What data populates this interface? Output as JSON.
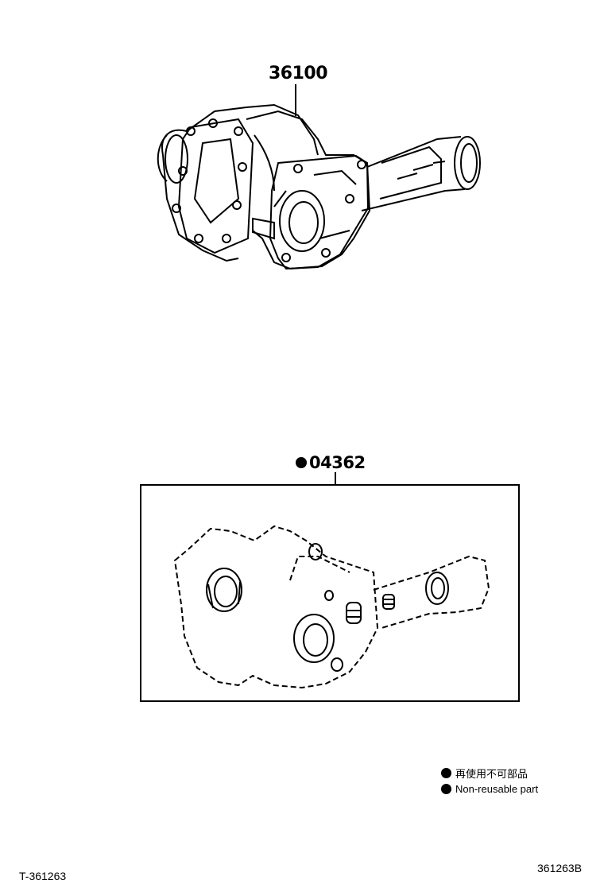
{
  "parts": {
    "main_number": "36100",
    "kit_number": "04362"
  },
  "legend": {
    "japanese": "再使用不可部品",
    "english": "Non-reusable part"
  },
  "codes": {
    "left": "T-361263",
    "right": "361263B"
  },
  "icons": {
    "legend_marker": "filled-circle-icon",
    "assembly": "differential-carrier-drawing",
    "kit": "gasket-kit-drawing"
  }
}
